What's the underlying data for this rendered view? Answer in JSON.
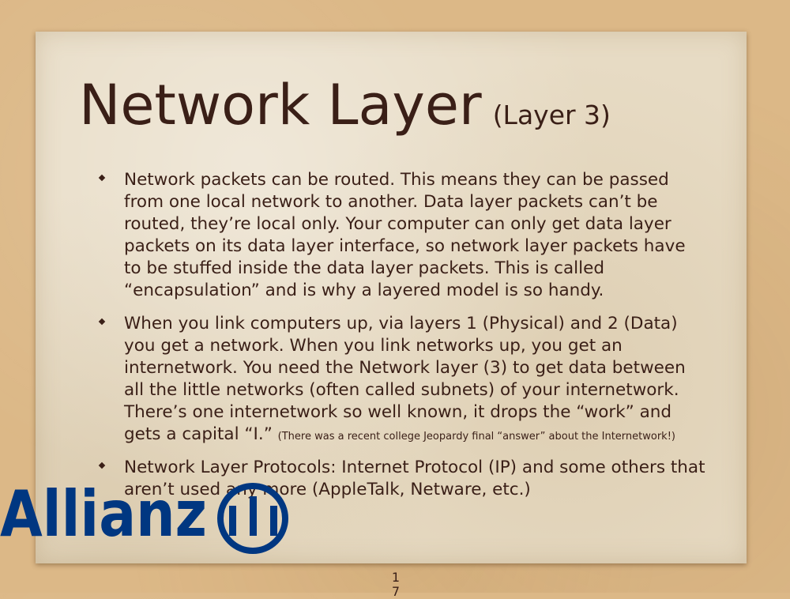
{
  "slide": {
    "title": "Network Layer",
    "title_suffix": "(Layer 3)",
    "bullets": [
      {
        "text": "Network packets can be routed. This means they can be passed from one local network to another. Data layer packets can’t be routed, they’re local only. Your computer can only get data layer packets on its data layer interface, so network layer packets have to be stuffed inside the data layer packets. This is called “encapsulation” and is why a layered model is so handy."
      },
      {
        "text": "When you link computers up, via layers 1 (Physical) and 2 (Data) you get a network. When you link networks up, you get an internetwork. You need the Network layer (3) to get data between all the little networks (often called subnets) of your internetwork. There’s one internetwork so well known, it drops the “work” and gets a capital “I.” ",
        "note": "(There was a recent college Jeopardy final “answer” about the Internetwork!)"
      },
      {
        "text": "Network Layer Protocols: Internet Protocol (IP) and some others that aren’t used any more (AppleTalk, Netware, etc.)"
      }
    ],
    "page_number": "17"
  },
  "logo": {
    "text": "Allianz",
    "icon": "allianz-eagle-icon",
    "color": "#003781"
  },
  "colors": {
    "text": "#3a1f17",
    "paper": "#e7dbc4",
    "background": "#dcb887"
  }
}
